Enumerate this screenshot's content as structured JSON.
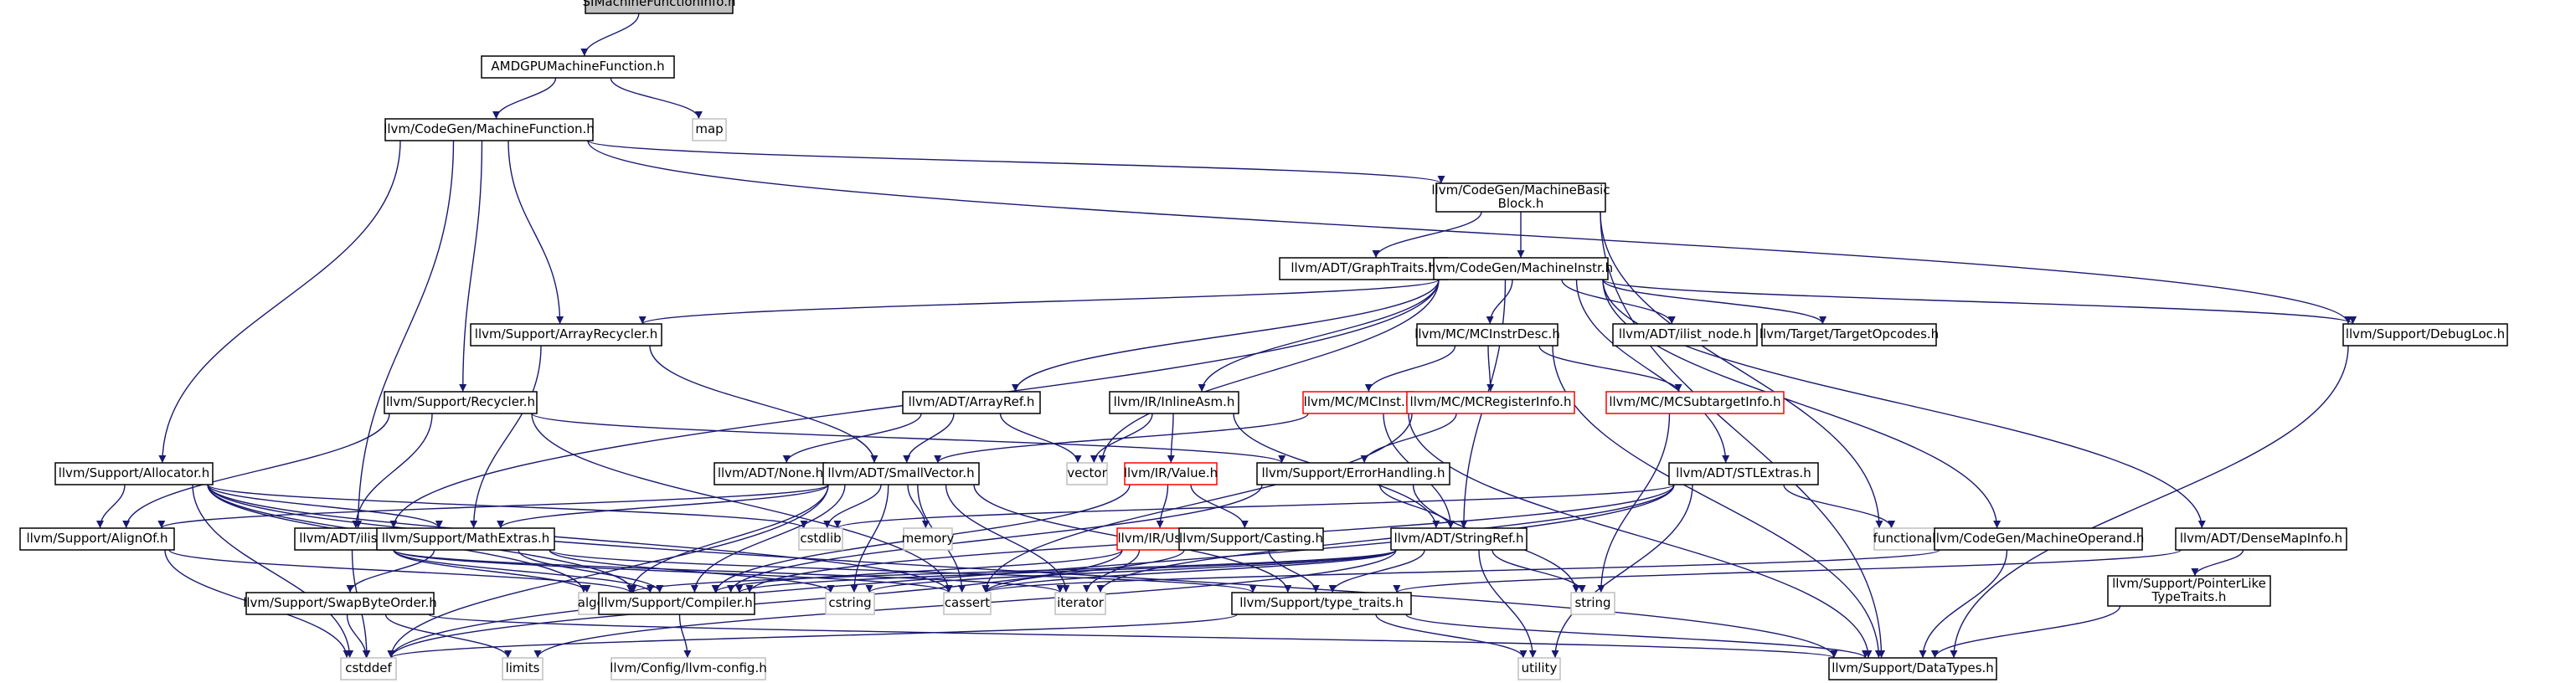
{
  "colors": {
    "edge": "#191970",
    "border_normal": "#000000",
    "border_red": "#ff0000",
    "border_ext": "#bfbfbf",
    "text_ext": "#8c8c8c",
    "root_fill": "#bfbfbf",
    "fill": "#ffffff"
  },
  "nodes": [
    {
      "id": "siinfo",
      "lines": [
        "SIMachineFunctionInfo.h"
      ],
      "style": "root"
    },
    {
      "id": "amdgpu",
      "lines": [
        "AMDGPUMachineFunction.h"
      ],
      "style": "normal"
    },
    {
      "id": "map",
      "lines": [
        "map"
      ],
      "style": "ext"
    },
    {
      "id": "mf",
      "lines": [
        "llvm/CodeGen/MachineFunction.h"
      ],
      "style": "normal"
    },
    {
      "id": "mbb",
      "lines": [
        "llvm/CodeGen/MachineBasic",
        "Block.h"
      ],
      "style": "normal"
    },
    {
      "id": "graphtraits",
      "lines": [
        "llvm/ADT/GraphTraits.h"
      ],
      "style": "normal"
    },
    {
      "id": "minstr",
      "lines": [
        "llvm/CodeGen/MachineInstr.h"
      ],
      "style": "normal"
    },
    {
      "id": "arrayrecycler",
      "lines": [
        "llvm/Support/ArrayRecycler.h"
      ],
      "style": "normal"
    },
    {
      "id": "mcinstrdesc",
      "lines": [
        "llvm/MC/MCInstrDesc.h"
      ],
      "style": "normal"
    },
    {
      "id": "ilistnode",
      "lines": [
        "llvm/ADT/ilist_node.h"
      ],
      "style": "normal"
    },
    {
      "id": "targetopcodes",
      "lines": [
        "llvm/Target/TargetOpcodes.h"
      ],
      "style": "normal"
    },
    {
      "id": "debugloc",
      "lines": [
        "llvm/Support/DebugLoc.h"
      ],
      "style": "normal"
    },
    {
      "id": "recycler",
      "lines": [
        "llvm/Support/Recycler.h"
      ],
      "style": "normal"
    },
    {
      "id": "arrayref",
      "lines": [
        "llvm/ADT/ArrayRef.h"
      ],
      "style": "normal"
    },
    {
      "id": "inlineasm",
      "lines": [
        "llvm/IR/InlineAsm.h"
      ],
      "style": "normal"
    },
    {
      "id": "mcinst",
      "lines": [
        "llvm/MC/MCInst.h"
      ],
      "style": "red"
    },
    {
      "id": "mcreginfo",
      "lines": [
        "llvm/MC/MCRegisterInfo.h"
      ],
      "style": "red"
    },
    {
      "id": "mcsubtarget",
      "lines": [
        "llvm/MC/MCSubtargetInfo.h"
      ],
      "style": "red"
    },
    {
      "id": "allocator",
      "lines": [
        "llvm/Support/Allocator.h"
      ],
      "style": "normal"
    },
    {
      "id": "none",
      "lines": [
        "llvm/ADT/None.h"
      ],
      "style": "normal"
    },
    {
      "id": "smallvector",
      "lines": [
        "llvm/ADT/SmallVector.h"
      ],
      "style": "normal"
    },
    {
      "id": "vector",
      "lines": [
        "vector"
      ],
      "style": "ext"
    },
    {
      "id": "irvalue",
      "lines": [
        "llvm/IR/Value.h"
      ],
      "style": "red"
    },
    {
      "id": "errorhandling",
      "lines": [
        "llvm/Support/ErrorHandling.h"
      ],
      "style": "normal"
    },
    {
      "id": "stlextras",
      "lines": [
        "llvm/ADT/STLExtras.h"
      ],
      "style": "normal"
    },
    {
      "id": "cstdlib",
      "lines": [
        "cstdlib"
      ],
      "style": "ext"
    },
    {
      "id": "memory",
      "lines": [
        "memory"
      ],
      "style": "ext"
    },
    {
      "id": "alignof",
      "lines": [
        "llvm/Support/AlignOf.h"
      ],
      "style": "normal"
    },
    {
      "id": "ilist",
      "lines": [
        "llvm/ADT/ilist.h"
      ],
      "style": "normal"
    },
    {
      "id": "mathextras",
      "lines": [
        "llvm/Support/MathExtras.h"
      ],
      "style": "normal"
    },
    {
      "id": "iruse",
      "lines": [
        "llvm/IR/Use.h"
      ],
      "style": "red"
    },
    {
      "id": "casting",
      "lines": [
        "llvm/Support/Casting.h"
      ],
      "style": "normal"
    },
    {
      "id": "stringref",
      "lines": [
        "llvm/ADT/StringRef.h"
      ],
      "style": "normal"
    },
    {
      "id": "functional",
      "lines": [
        "functional"
      ],
      "style": "ext"
    },
    {
      "id": "moperand",
      "lines": [
        "llvm/CodeGen/MachineOperand.h"
      ],
      "style": "normal"
    },
    {
      "id": "densemapinfo",
      "lines": [
        "llvm/ADT/DenseMapInfo.h"
      ],
      "style": "normal"
    },
    {
      "id": "algorithm",
      "lines": [
        "algorithm"
      ],
      "style": "ext"
    },
    {
      "id": "compiler",
      "lines": [
        "llvm/Support/Compiler.h"
      ],
      "style": "normal"
    },
    {
      "id": "cstring",
      "lines": [
        "cstring"
      ],
      "style": "ext"
    },
    {
      "id": "cassert",
      "lines": [
        "cassert"
      ],
      "style": "ext"
    },
    {
      "id": "iterator",
      "lines": [
        "iterator"
      ],
      "style": "ext"
    },
    {
      "id": "typetraits",
      "lines": [
        "llvm/Support/type_traits.h"
      ],
      "style": "normal"
    },
    {
      "id": "string",
      "lines": [
        "string"
      ],
      "style": "ext"
    },
    {
      "id": "pointerlike",
      "lines": [
        "llvm/Support/PointerLike",
        "TypeTraits.h"
      ],
      "style": "normal"
    },
    {
      "id": "swapbyteorder",
      "lines": [
        "llvm/Support/SwapByteOrder.h"
      ],
      "style": "normal"
    },
    {
      "id": "cstddef",
      "lines": [
        "cstddef"
      ],
      "style": "ext"
    },
    {
      "id": "limits",
      "lines": [
        "limits"
      ],
      "style": "ext"
    },
    {
      "id": "llvmconfig",
      "lines": [
        "llvm/Config/llvm-config.h"
      ],
      "style": "ext"
    },
    {
      "id": "utility",
      "lines": [
        "utility"
      ],
      "style": "ext"
    },
    {
      "id": "datatypes",
      "lines": [
        "llvm/Support/DataTypes.h"
      ],
      "style": "normal"
    }
  ],
  "edges": [
    [
      "siinfo",
      "amdgpu"
    ],
    [
      "amdgpu",
      "map"
    ],
    [
      "amdgpu",
      "mf"
    ],
    [
      "mf",
      "mbb"
    ],
    [
      "mf",
      "debugloc"
    ],
    [
      "mf",
      "arrayrecycler"
    ],
    [
      "mf",
      "recycler"
    ],
    [
      "mf",
      "allocator"
    ],
    [
      "mf",
      "ilist"
    ],
    [
      "mbb",
      "graphtraits"
    ],
    [
      "mbb",
      "minstr"
    ],
    [
      "mbb",
      "functional"
    ],
    [
      "mbb",
      "datatypes"
    ],
    [
      "minstr",
      "arrayrecycler"
    ],
    [
      "minstr",
      "mcinstrdesc"
    ],
    [
      "minstr",
      "ilistnode"
    ],
    [
      "minstr",
      "targetopcodes"
    ],
    [
      "minstr",
      "debugloc"
    ],
    [
      "minstr",
      "arrayref"
    ],
    [
      "minstr",
      "inlineasm"
    ],
    [
      "minstr",
      "stlextras"
    ],
    [
      "minstr",
      "moperand"
    ],
    [
      "minstr",
      "densemapinfo"
    ],
    [
      "minstr",
      "ilist"
    ],
    [
      "minstr",
      "vector"
    ],
    [
      "minstr",
      "stringref"
    ],
    [
      "arrayrecycler",
      "smallvector"
    ],
    [
      "arrayrecycler",
      "mathextras"
    ],
    [
      "mcinstrdesc",
      "mcinst"
    ],
    [
      "mcinstrdesc",
      "mcreginfo"
    ],
    [
      "mcinstrdesc",
      "mcsubtarget"
    ],
    [
      "mcinstrdesc",
      "datatypes"
    ],
    [
      "debugloc",
      "datatypes"
    ],
    [
      "recycler",
      "alignof"
    ],
    [
      "recycler",
      "ilist"
    ],
    [
      "recycler",
      "errorhandling"
    ],
    [
      "recycler",
      "cassert"
    ],
    [
      "arrayref",
      "none"
    ],
    [
      "arrayref",
      "smallvector"
    ],
    [
      "arrayref",
      "vector"
    ],
    [
      "inlineasm",
      "vector"
    ],
    [
      "inlineasm",
      "irvalue"
    ],
    [
      "inlineasm",
      "stringref"
    ],
    [
      "mcinst",
      "smallvector"
    ],
    [
      "mcinst",
      "stringref"
    ],
    [
      "mcinst",
      "datatypes"
    ],
    [
      "mcreginfo",
      "errorhandling"
    ],
    [
      "mcreginfo",
      "cassert"
    ],
    [
      "mcsubtarget",
      "string"
    ],
    [
      "allocator",
      "alignof"
    ],
    [
      "allocator",
      "mathextras"
    ],
    [
      "allocator",
      "compiler"
    ],
    [
      "allocator",
      "cstdlib"
    ],
    [
      "allocator",
      "cstddef"
    ],
    [
      "allocator",
      "cassert"
    ],
    [
      "allocator",
      "datatypes"
    ],
    [
      "allocator",
      "algorithm"
    ],
    [
      "smallvector",
      "alignof"
    ],
    [
      "smallvector",
      "mathextras"
    ],
    [
      "smallvector",
      "compiler"
    ],
    [
      "smallvector",
      "typetraits"
    ],
    [
      "smallvector",
      "algorithm"
    ],
    [
      "smallvector",
      "cassert"
    ],
    [
      "smallvector",
      "cstddef"
    ],
    [
      "smallvector",
      "cstdlib"
    ],
    [
      "smallvector",
      "cstring"
    ],
    [
      "smallvector",
      "iterator"
    ],
    [
      "smallvector",
      "memory"
    ],
    [
      "irvalue",
      "casting"
    ],
    [
      "irvalue",
      "compiler"
    ],
    [
      "irvalue",
      "iruse"
    ],
    [
      "errorhandling",
      "stringref"
    ],
    [
      "errorhandling",
      "compiler"
    ],
    [
      "errorhandling",
      "string"
    ],
    [
      "stlextras",
      "compiler"
    ],
    [
      "stlextras",
      "cstddef"
    ],
    [
      "stlextras",
      "cstdlib"
    ],
    [
      "stlextras",
      "functional"
    ],
    [
      "stlextras",
      "iterator"
    ],
    [
      "stlextras",
      "utility"
    ],
    [
      "alignof",
      "compiler"
    ],
    [
      "alignof",
      "cstddef"
    ],
    [
      "ilist",
      "compiler"
    ],
    [
      "ilist",
      "algorithm"
    ],
    [
      "ilist",
      "cassert"
    ],
    [
      "ilist",
      "cstddef"
    ],
    [
      "ilist",
      "iterator"
    ],
    [
      "mathextras",
      "compiler"
    ],
    [
      "mathextras",
      "swapbyteorder"
    ],
    [
      "mathextras",
      "cstring"
    ],
    [
      "mathextras",
      "typetraits"
    ],
    [
      "iruse",
      "compiler"
    ],
    [
      "iruse",
      "cstddef"
    ],
    [
      "iruse",
      "iterator"
    ],
    [
      "casting",
      "typetraits"
    ],
    [
      "casting",
      "cassert"
    ],
    [
      "stringref",
      "compiler"
    ],
    [
      "stringref",
      "typetraits"
    ],
    [
      "stringref",
      "algorithm"
    ],
    [
      "stringref",
      "cassert"
    ],
    [
      "stringref",
      "cstring"
    ],
    [
      "stringref",
      "limits"
    ],
    [
      "stringref",
      "string"
    ],
    [
      "stringref",
      "utility"
    ],
    [
      "moperand",
      "datatypes"
    ],
    [
      "moperand",
      "cassert"
    ],
    [
      "densemapinfo",
      "pointerlike"
    ],
    [
      "densemapinfo",
      "typetraits"
    ],
    [
      "compiler",
      "llvmconfig"
    ],
    [
      "typetraits",
      "datatypes"
    ],
    [
      "typetraits",
      "cstddef"
    ],
    [
      "typetraits",
      "utility"
    ],
    [
      "pointerlike",
      "datatypes"
    ],
    [
      "swapbyteorder",
      "datatypes"
    ],
    [
      "swapbyteorder",
      "cstddef"
    ],
    [
      "swapbyteorder",
      "limits"
    ]
  ]
}
